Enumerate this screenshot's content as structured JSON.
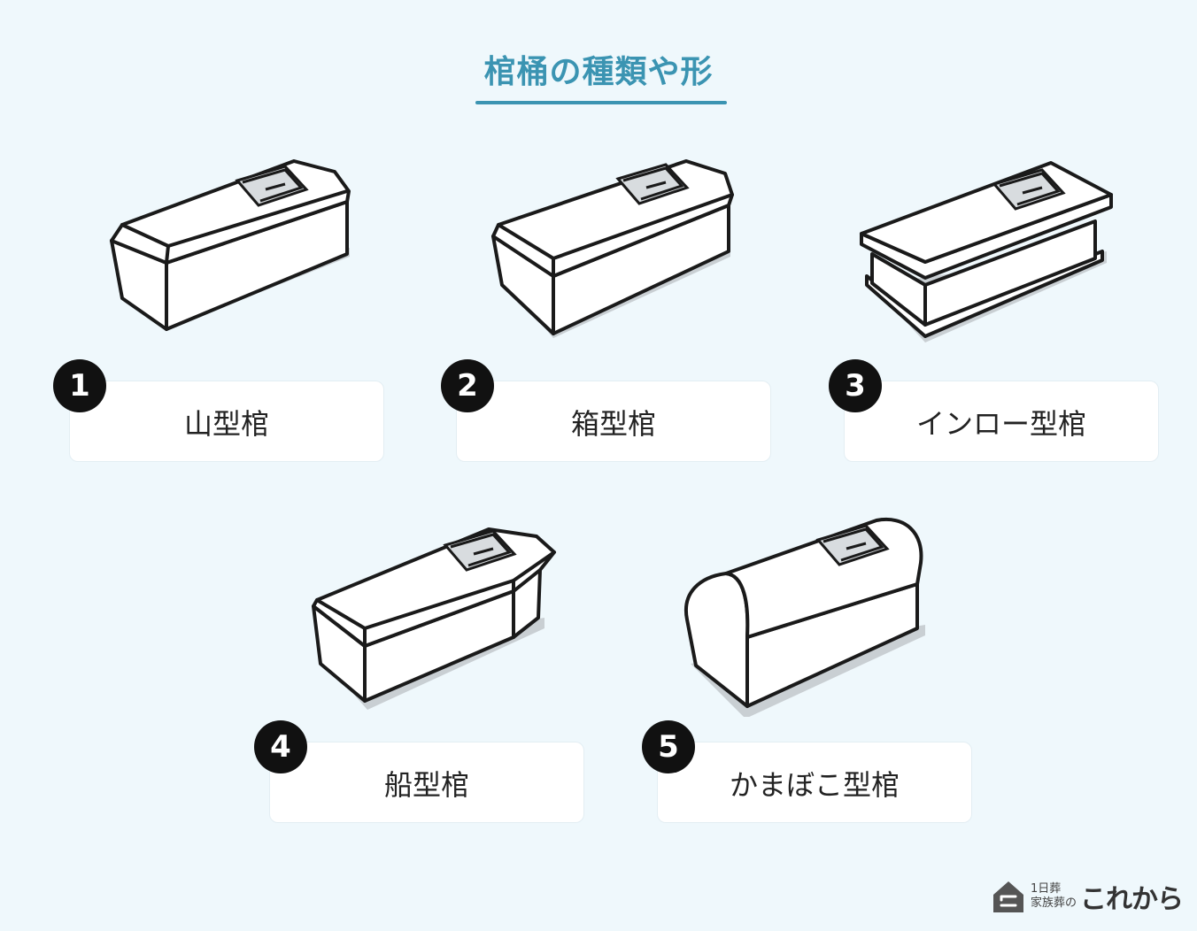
{
  "title": "棺桶の種類や形",
  "items": [
    {
      "number": "1",
      "label": "山型棺",
      "icon": "yamagata-coffin-icon"
    },
    {
      "number": "2",
      "label": "箱型棺",
      "icon": "hakogata-coffin-icon"
    },
    {
      "number": "3",
      "label": "インロー型棺",
      "icon": "inro-coffin-icon"
    },
    {
      "number": "4",
      "label": "船型棺",
      "icon": "funagata-coffin-icon"
    },
    {
      "number": "5",
      "label": "かまぼこ型棺",
      "icon": "kamaboko-coffin-icon"
    }
  ],
  "logo": {
    "line1": "1日葬",
    "line2": "家族葬の",
    "main": "これから"
  },
  "colors": {
    "background": "#eff8fc",
    "title": "#3b94b2",
    "badge": "#111111",
    "shadow": "#c9cfd3"
  }
}
